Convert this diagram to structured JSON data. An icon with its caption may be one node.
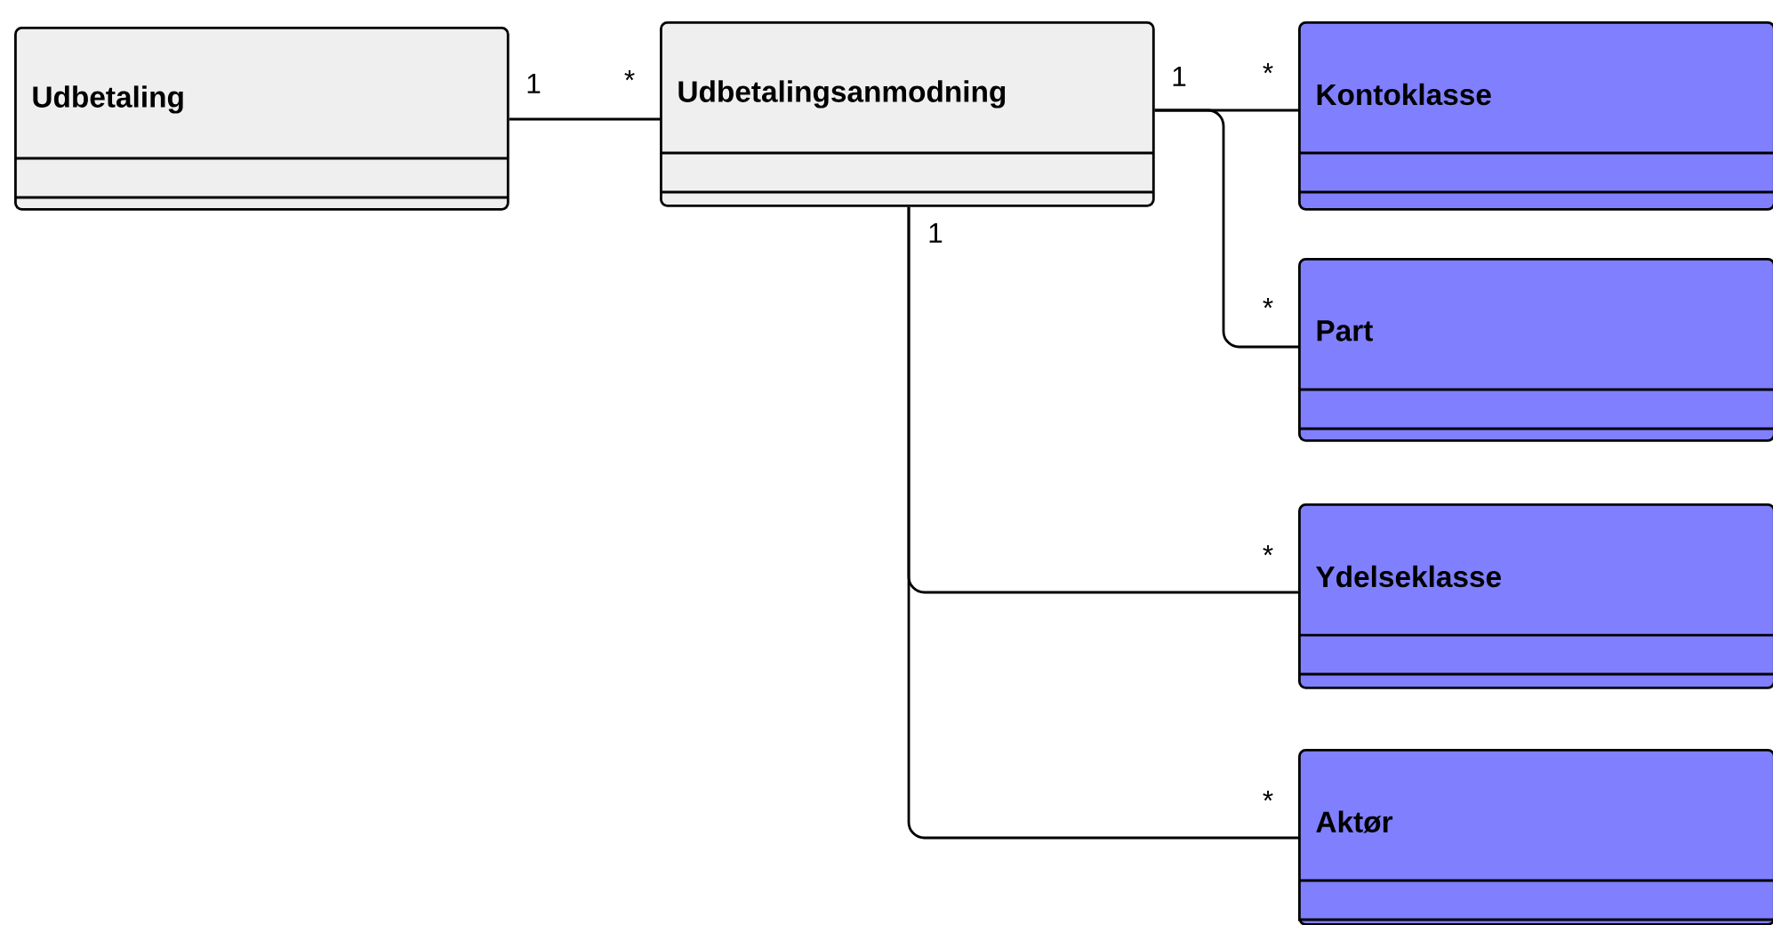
{
  "diagram": {
    "nodes": [
      {
        "text": [
          "Udbetaling"
        ]
      },
      {
        "text": [
          "Udbetalingsanmodning"
        ]
      },
      {
        "text": [
          "Kontoklasse"
        ]
      },
      {
        "text": [
          "Part"
        ]
      },
      {
        "text": [
          "Ydelseklasse"
        ]
      },
      {
        "text": [
          "Aktør"
        ]
      }
    ],
    "edges": [
      {
        "from": 0,
        "to": 1,
        "arrow": "none"
      },
      {
        "from": 1,
        "to": 2,
        "arrow": "none"
      },
      {
        "from": 1,
        "to": 3,
        "arrow": "none"
      },
      {
        "from": 1,
        "to": 4,
        "arrow": "none"
      },
      {
        "from": 1,
        "to": 5,
        "arrow": "none"
      }
    ],
    "labels": [
      "1",
      "*",
      "1",
      "*",
      "1",
      "*",
      "*",
      "*"
    ]
  }
}
